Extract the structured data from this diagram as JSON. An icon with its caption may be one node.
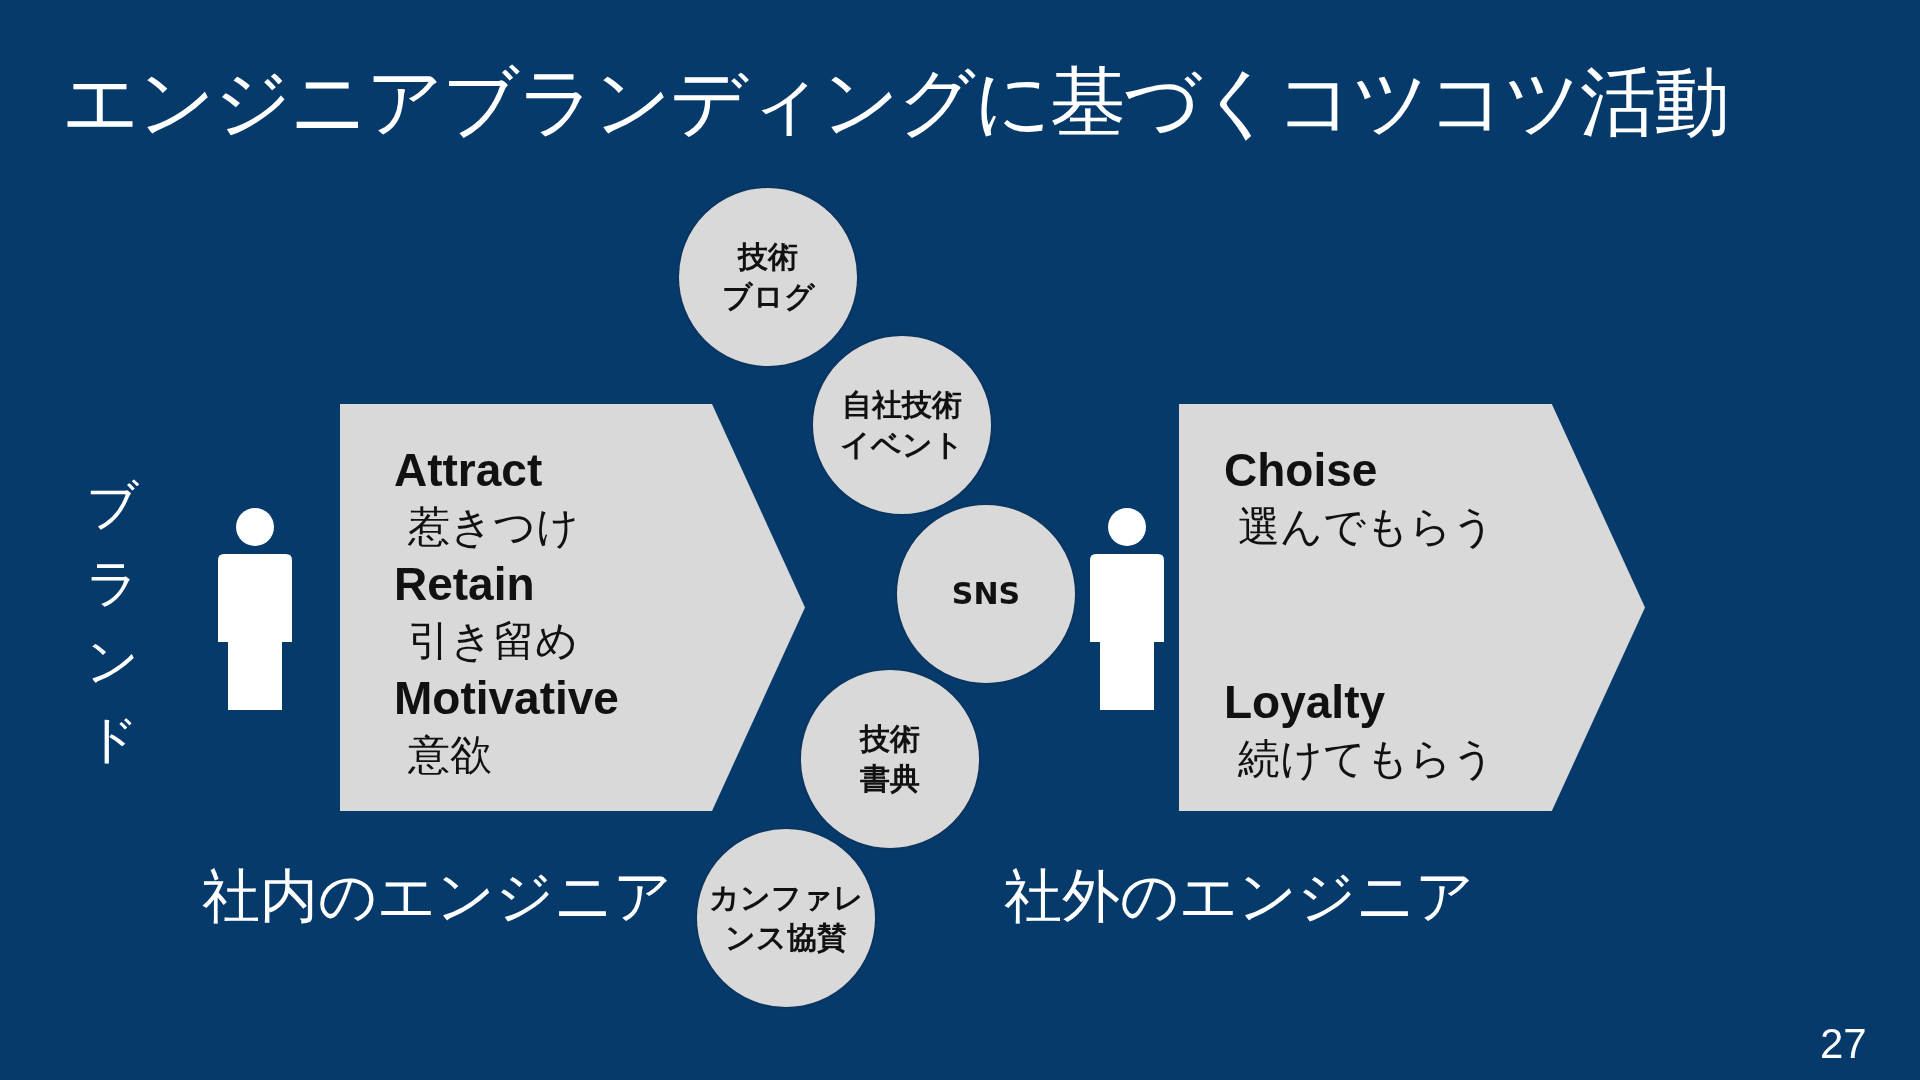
{
  "diagram": {
    "title": "エンジニアブランディングに基づくコツコツ活動",
    "nodes": [
      {
        "text": [
          "Attract",
          "惹きつけ",
          "Retain",
          "引き留め",
          "Motivative",
          "意欲"
        ]
      },
      {
        "text": [
          "技術ブログ"
        ]
      },
      {
        "text": [
          "自社技術イベント"
        ]
      },
      {
        "text": [
          "SNS"
        ]
      },
      {
        "text": [
          "技術書典"
        ]
      },
      {
        "text": [
          "カンファレンス協賛"
        ]
      },
      {
        "text": [
          "Choise",
          "選んでもらう",
          "Loyalty",
          "続けてもらう"
        ]
      }
    ],
    "edges": [],
    "labels": [
      "ブランド",
      "社内のエンジニア",
      "社外のエンジニア",
      "27"
    ]
  }
}
